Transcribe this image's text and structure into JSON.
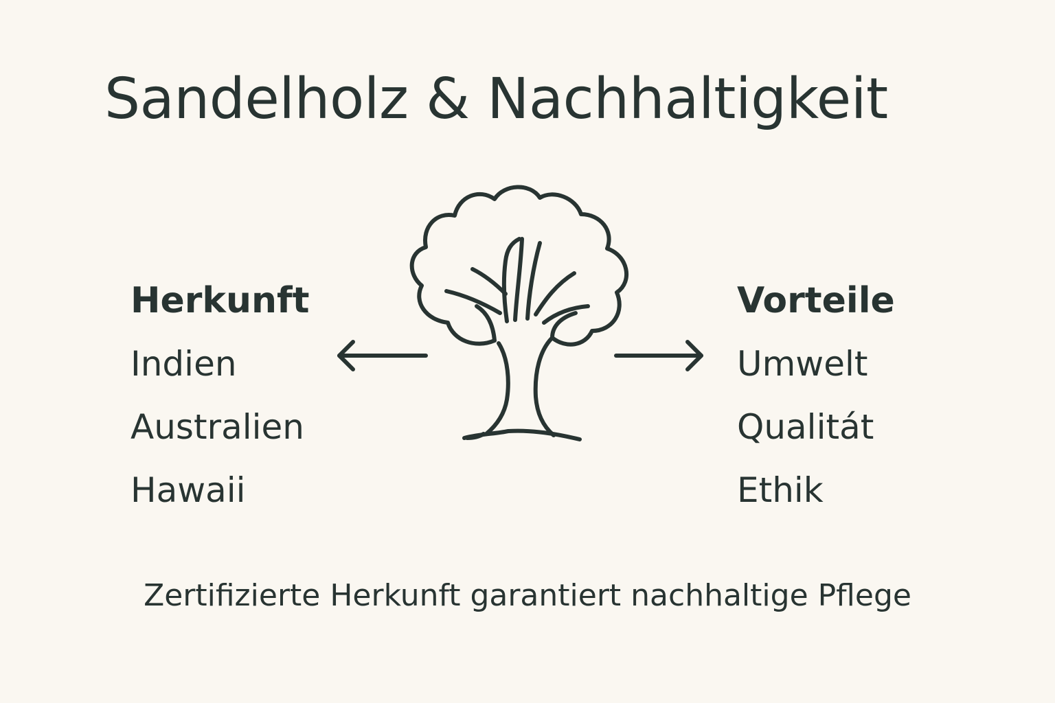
{
  "colors": {
    "background": "#faf7f1",
    "ink": "#283432"
  },
  "title": "Sandelholz & Nachhaltigkeit",
  "left": {
    "heading": "Herkunft",
    "items": [
      "Indien",
      "Australien",
      "Hawaii"
    ]
  },
  "right": {
    "heading": "Vorteile",
    "items": [
      "Umwelt",
      "Qualitát",
      "Ethik"
    ]
  },
  "center": {
    "icon": "tree-icon",
    "left_arrow": "arrow-left-icon",
    "right_arrow": "arrow-right-icon"
  },
  "footer": "Zertifizierte Herkunft garantiert nachhaltige Pflege"
}
